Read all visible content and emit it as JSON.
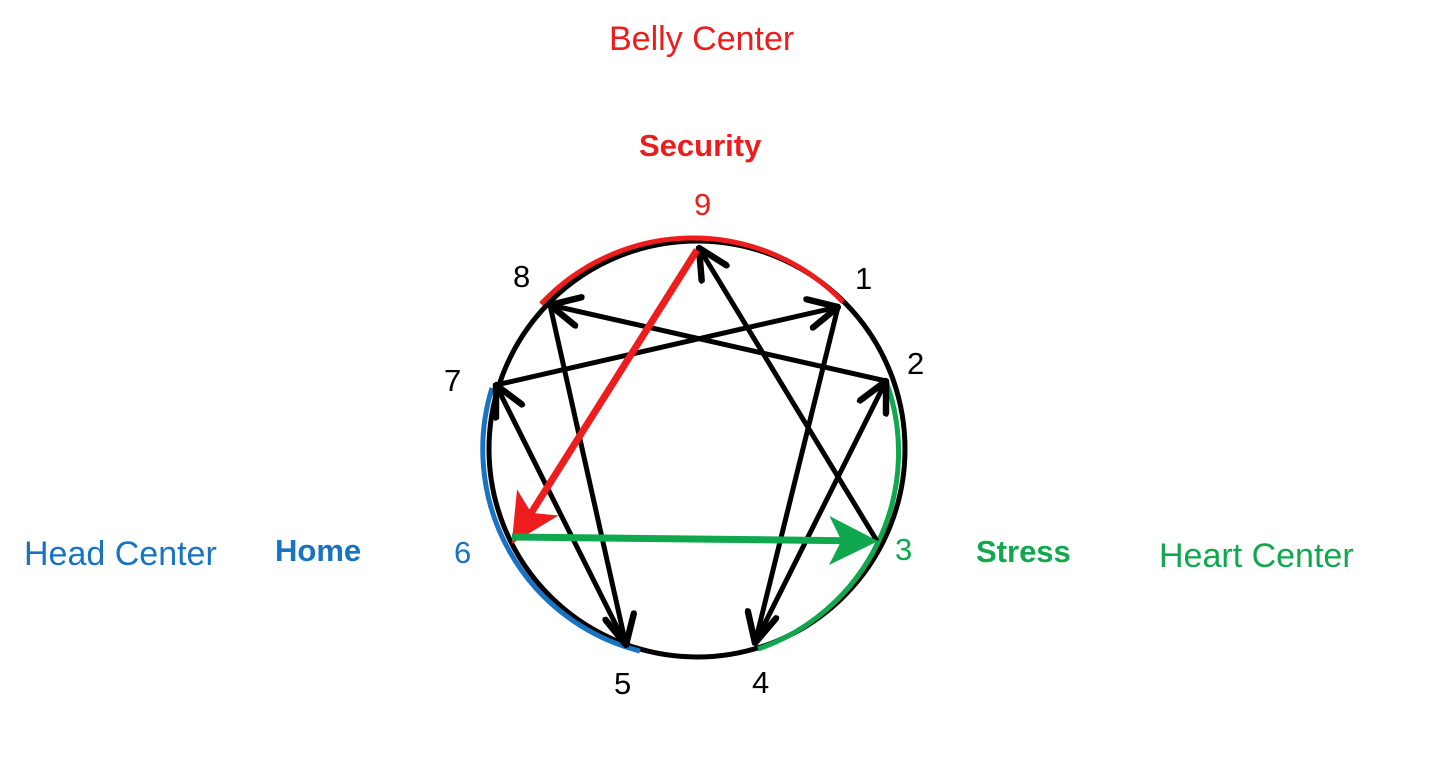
{
  "centers": {
    "belly": "Belly Center",
    "head": "Head Center",
    "heart": "Heart Center"
  },
  "roles": {
    "security": "Security",
    "home": "Home",
    "stress": "Stress"
  },
  "points": [
    "1",
    "2",
    "3",
    "4",
    "5",
    "6",
    "7",
    "8",
    "9"
  ],
  "connections": [
    {
      "from": "1",
      "to": "4"
    },
    {
      "from": "4",
      "to": "2"
    },
    {
      "from": "2",
      "to": "8"
    },
    {
      "from": "8",
      "to": "5"
    },
    {
      "from": "5",
      "to": "7"
    },
    {
      "from": "7",
      "to": "1"
    },
    {
      "from": "3",
      "to": "9"
    }
  ],
  "highlights": [
    {
      "from": "9",
      "to": "6",
      "role": "security",
      "color": "#ee1c1c"
    },
    {
      "from": "6",
      "to": "3",
      "role": "stress",
      "color": "#10a84e"
    }
  ],
  "colors": {
    "belly": "#ee1c1c",
    "head": "#1873c2",
    "heart": "#10a84e",
    "default": "#000000"
  }
}
